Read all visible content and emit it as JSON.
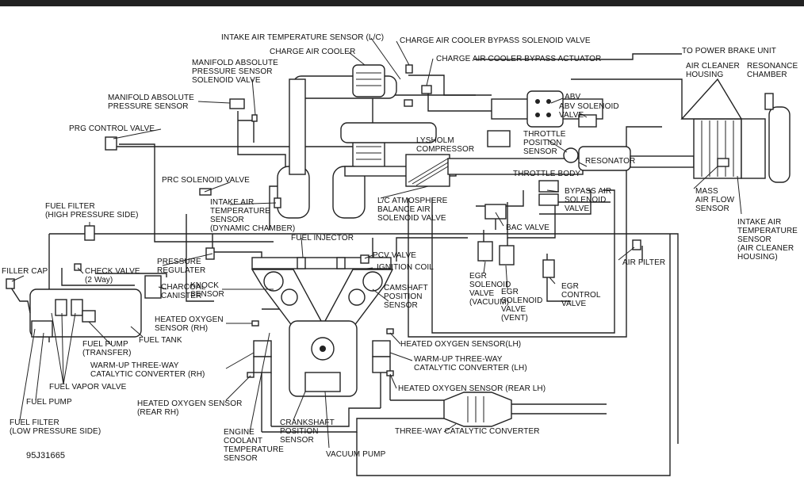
{
  "diagram": {
    "figure_id": "95J31665",
    "labels": {
      "intake_air_temp_lc": "INTAKE AIR TEMPERATURE SENSOR (L/C)",
      "cac_bypass_solenoid": "CHARGE AIR COOLER BYPASS SOLENOID VALVE",
      "charge_air_cooler": "CHARGE AIR COOLER",
      "cac_bypass_actuator": "CHARGE AIR COOLER BYPASS ACTUATOR",
      "to_power_brake": "TO POWER BRAKE UNIT",
      "map_solenoid": "MANIFOLD ABSOLUTE\nPRESSURE SENSOR\nSOLENOID VALVE",
      "air_cleaner_housing": "AIR CLEANER\nHOUSING",
      "resonance_chamber": "RESONANCE\nCHAMBER",
      "abv": "ABV",
      "abv_solenoid": "ABV SOLENOID\nVALVE",
      "map_sensor": "MANIFOLD ABSOLUTE\nPRESSURE SENSOR",
      "prg_control_valve": "PRG CONTROL VALVE",
      "lysholm": "LYSHOLM\nCOMPRESSOR",
      "throttle_position": "THROTTLE\nPOSITION\nSENSOR",
      "resonator": "RESONATOR",
      "throttle_body": "THROTTLE BODY",
      "prc_solenoid": "PRC SOLENOID VALVE",
      "bypass_air_solenoid": "BYPASS AIR\nSOLENOID\nVALVE",
      "mass_air_flow": "MASS\nAIR FLOW\nSENSOR",
      "intake_air_temp_dyn": "INTAKE AIR\nTEMPERATURE\nSENSOR\n(DYNAMIC CHAMBER)",
      "lc_atmosphere": "L/C ATMOSPHERE\nBALANCE AIR\nSOLENOID VALVE",
      "intake_air_temp_ac": "INTAKE AIR\nTEMPERATURE\nSENSOR\n(AIR CLEANER\nHOUSING)",
      "fuel_filter_high": "FUEL FILTER\n(HIGH PRESSURE SIDE)",
      "bac_valve": "BAC VALVE",
      "fuel_injector": "FUEL INJECTOR",
      "air_filter": "AIR FILTER",
      "pcv_valve": "PCV VALVE",
      "filler_cap": "FILLER CAP",
      "check_valve": "CHECK VALVE\n(2 Way)",
      "pressure_regulator": "PRESSURE\nREGULATER",
      "ignition_coil": "IGNITION COIL",
      "charcoal_canister": "CHARCOAL\nCANISTER",
      "egr_sol_vacuum": "EGR\nSOLENOID\nVALVE\n(VACUUM)",
      "egr_sol_vent": "EGR\nSOLENOID\nVALVE\n(VENT)",
      "egr_control": "EGR\nCONTROL\nVALVE",
      "knock_sensor": "KNOCK\nSENSOR",
      "camshaft_position": "CAMSHAFT\nPOSITION\nSENSOR",
      "heated_o2_rh": "HEATED OXYGEN\nSENSOR (RH)",
      "fuel_tank": "FUEL TANK",
      "fuel_pump_transfer": "FUEL PUMP\n(TRANSFER)",
      "heated_o2_lh": "HEATED OXYGEN SENSOR(LH)",
      "warmup_rh": "WARM-UP THREE-WAY\nCATALYTIC CONVERTER (RH)",
      "warmup_lh": "WARM-UP THREE-WAY\nCATALYTIC CONVERTER (LH)",
      "fuel_vapor_valve": "FUEL VAPOR VALVE",
      "fuel_pump": "FUEL PUMP",
      "heated_o2_rear_lh": "HEATED OXYGEN SENSOR (REAR LH)",
      "heated_o2_rear_rh": "HEATED OXYGEN SENSOR\n(REAR RH)",
      "fuel_filter_low": "FUEL FILTER\n(LOW PRESSURE SIDE)",
      "engine_coolant": "ENGINE\nCOOLANT\nTEMPERATURE\nSENSOR",
      "crankshaft_position": "CRANKSHAFT\nPOSITION\nSENSOR",
      "three_way_cat": "THREE-WAY CATALYTIC CONVERTER",
      "vacuum_pump": "VACUUM PUMP"
    }
  }
}
